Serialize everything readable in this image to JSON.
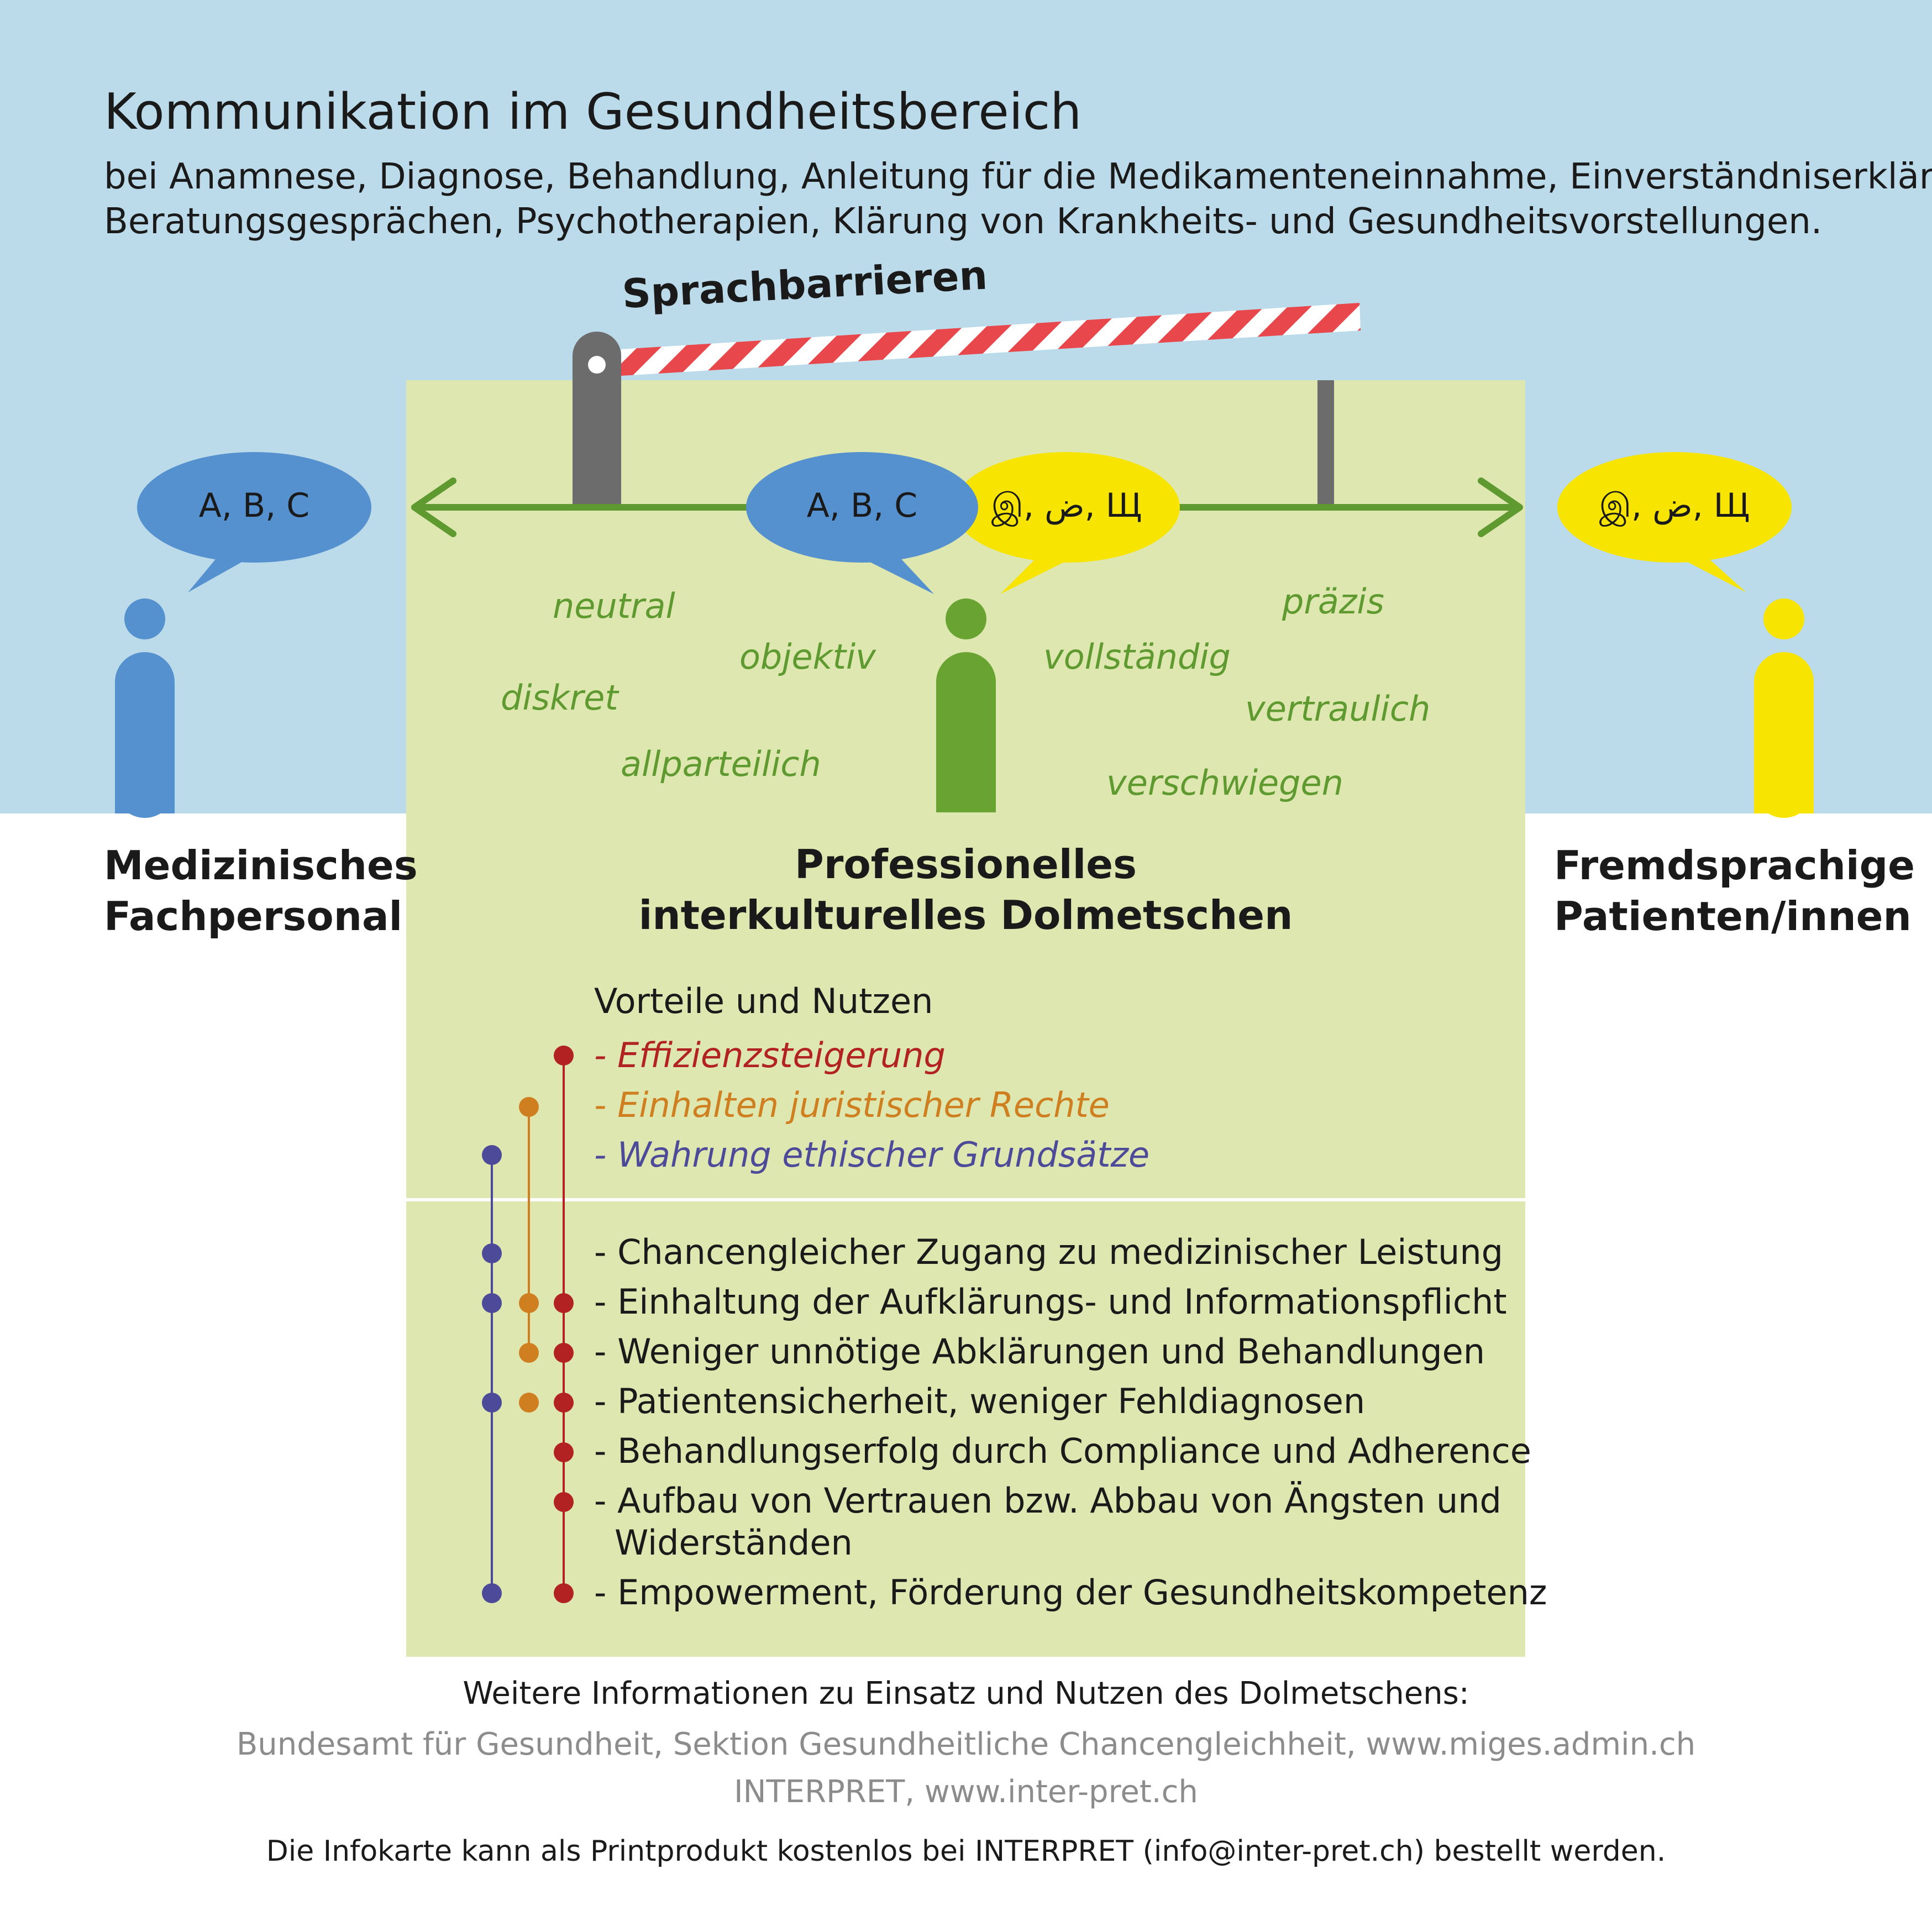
{
  "header": {
    "title": "Kommunikation im Gesundheitsbereich",
    "subtitle_line1": "bei Anamnese, Diagnose, Behandlung, Anleitung für die Medikamenteneinnahme, Einverständniserklärung,",
    "subtitle_line2": "Beratungsgesprächen, Psychotherapien, Klärung von Krankheits- und Gesundheitsvorstellungen."
  },
  "barrier": {
    "label": "Sprachbarrieren"
  },
  "bubbles": {
    "left": "A, B, C",
    "center_blue": "A, B, C",
    "center_yellow": "இ, ض, Щ",
    "right": "இ, ض, Щ"
  },
  "qualities": [
    "neutral",
    "objektiv",
    "diskret",
    "allparteilich",
    "präzis",
    "vollständig",
    "vertraulich",
    "verschwiegen"
  ],
  "groups": {
    "left_line1": "Medizinisches",
    "left_line2": "Fachpersonal",
    "center_line1": "Professionelles",
    "center_line2": "interkulturelles Dolmetschen",
    "right_line1": "Fremdsprachige",
    "right_line2": "Patienten/innen"
  },
  "benefits": {
    "heading": "Vorteile und Nutzen",
    "categories": [
      {
        "text": "- Effizienzsteigerung",
        "color": "#b22222"
      },
      {
        "text": "- Einhalten juristischer Rechte",
        "color": "#cf7f1f"
      },
      {
        "text": "- Wahrung ethischer Grundsätze",
        "color": "#4e4a9a"
      }
    ],
    "items": [
      "- Chancengleicher Zugang zu medizinischer Leistung",
      "- Einhaltung der Aufklärungs- und Informationspflicht",
      "- Weniger unnötige Abklärungen und Behandlungen",
      "- Patientensicherheit, weniger Fehldiagnosen",
      "- Behandlungserfolg durch Compliance und Adherence",
      "- Aufbau von Vertrauen bzw. Abbau von Ängsten und",
      "Widerständen",
      "- Empowerment, Förderung der Gesundheitskompetenz"
    ]
  },
  "footer": {
    "line1": "Weitere Informationen zu Einsatz und Nutzen des Dolmetschens:",
    "line2": "Bundesamt für Gesundheit, Sektion Gesundheitliche Chancengleichheit, www.miges.admin.ch",
    "line3": "INTERPRET, www.inter-pret.ch",
    "line4": "Die Infokarte kann als Printprodukt kostenlos bei INTERPRET (info@inter-pret.ch) bestellt werden."
  },
  "colors": {
    "sky": "#bcdbea",
    "panel": "#dde7af",
    "blue": "#5590cf",
    "yellow": "#f7e400",
    "green": "#69a432",
    "red": "#b22222",
    "orange": "#cf7f1f",
    "purple": "#4e4a9a"
  }
}
